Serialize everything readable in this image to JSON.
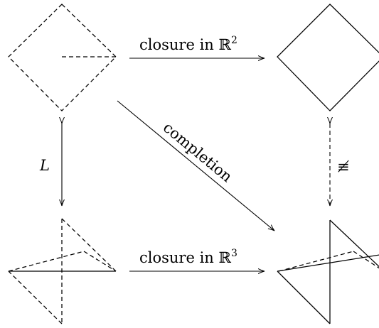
{
  "labels": {
    "top_arrow_prefix": "closure in ",
    "top_arrow_space": "ℝ",
    "top_arrow_exponent": "2",
    "bottom_arrow_prefix": "closure in ",
    "bottom_arrow_space": "ℝ",
    "bottom_arrow_exponent": "3",
    "diagonal_arrow": "completion",
    "left_arrow": "L",
    "right_arrow": "≢"
  },
  "colors": {
    "stroke": "#000000",
    "background": "#ffffff"
  }
}
